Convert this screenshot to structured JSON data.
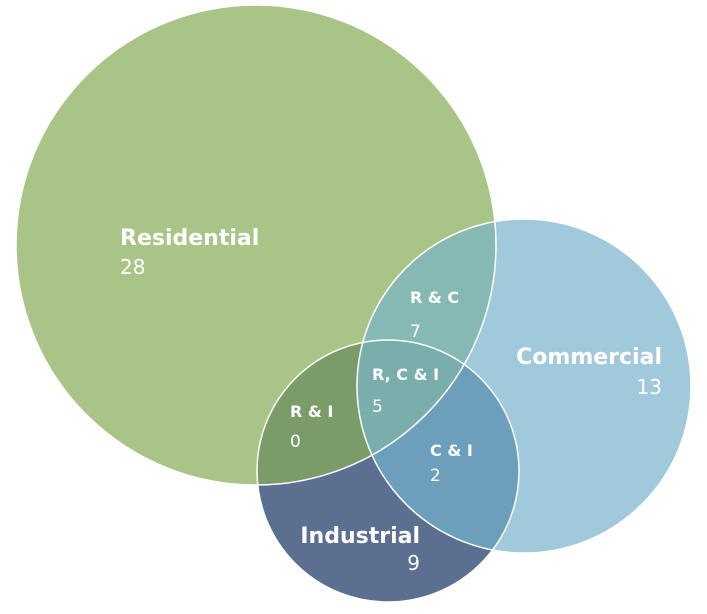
{
  "colors": {
    "residential": "#a9c487",
    "commercial": "#a1c9dc",
    "industrial": "#5b6f90",
    "r_and_c": "#86b9b4",
    "r_and_i": "#7a9c68",
    "c_and_i": "#6c9fbb",
    "r_c_and_i": "#7aaeac",
    "outline": "#ffffff"
  },
  "sets": {
    "residential": {
      "name": "Residential",
      "count": "28"
    },
    "commercial": {
      "name": "Commercial",
      "count": "13"
    },
    "industrial": {
      "name": "Industrial",
      "count": "9"
    }
  },
  "overlaps": {
    "r_and_c": {
      "name": "R & C",
      "count": "7"
    },
    "r_and_i": {
      "name": "R & I",
      "count": "0"
    },
    "c_and_i": {
      "name": "C & I",
      "count": "2"
    },
    "r_c_and_i": {
      "name": "R, C & I",
      "count": "5"
    }
  }
}
